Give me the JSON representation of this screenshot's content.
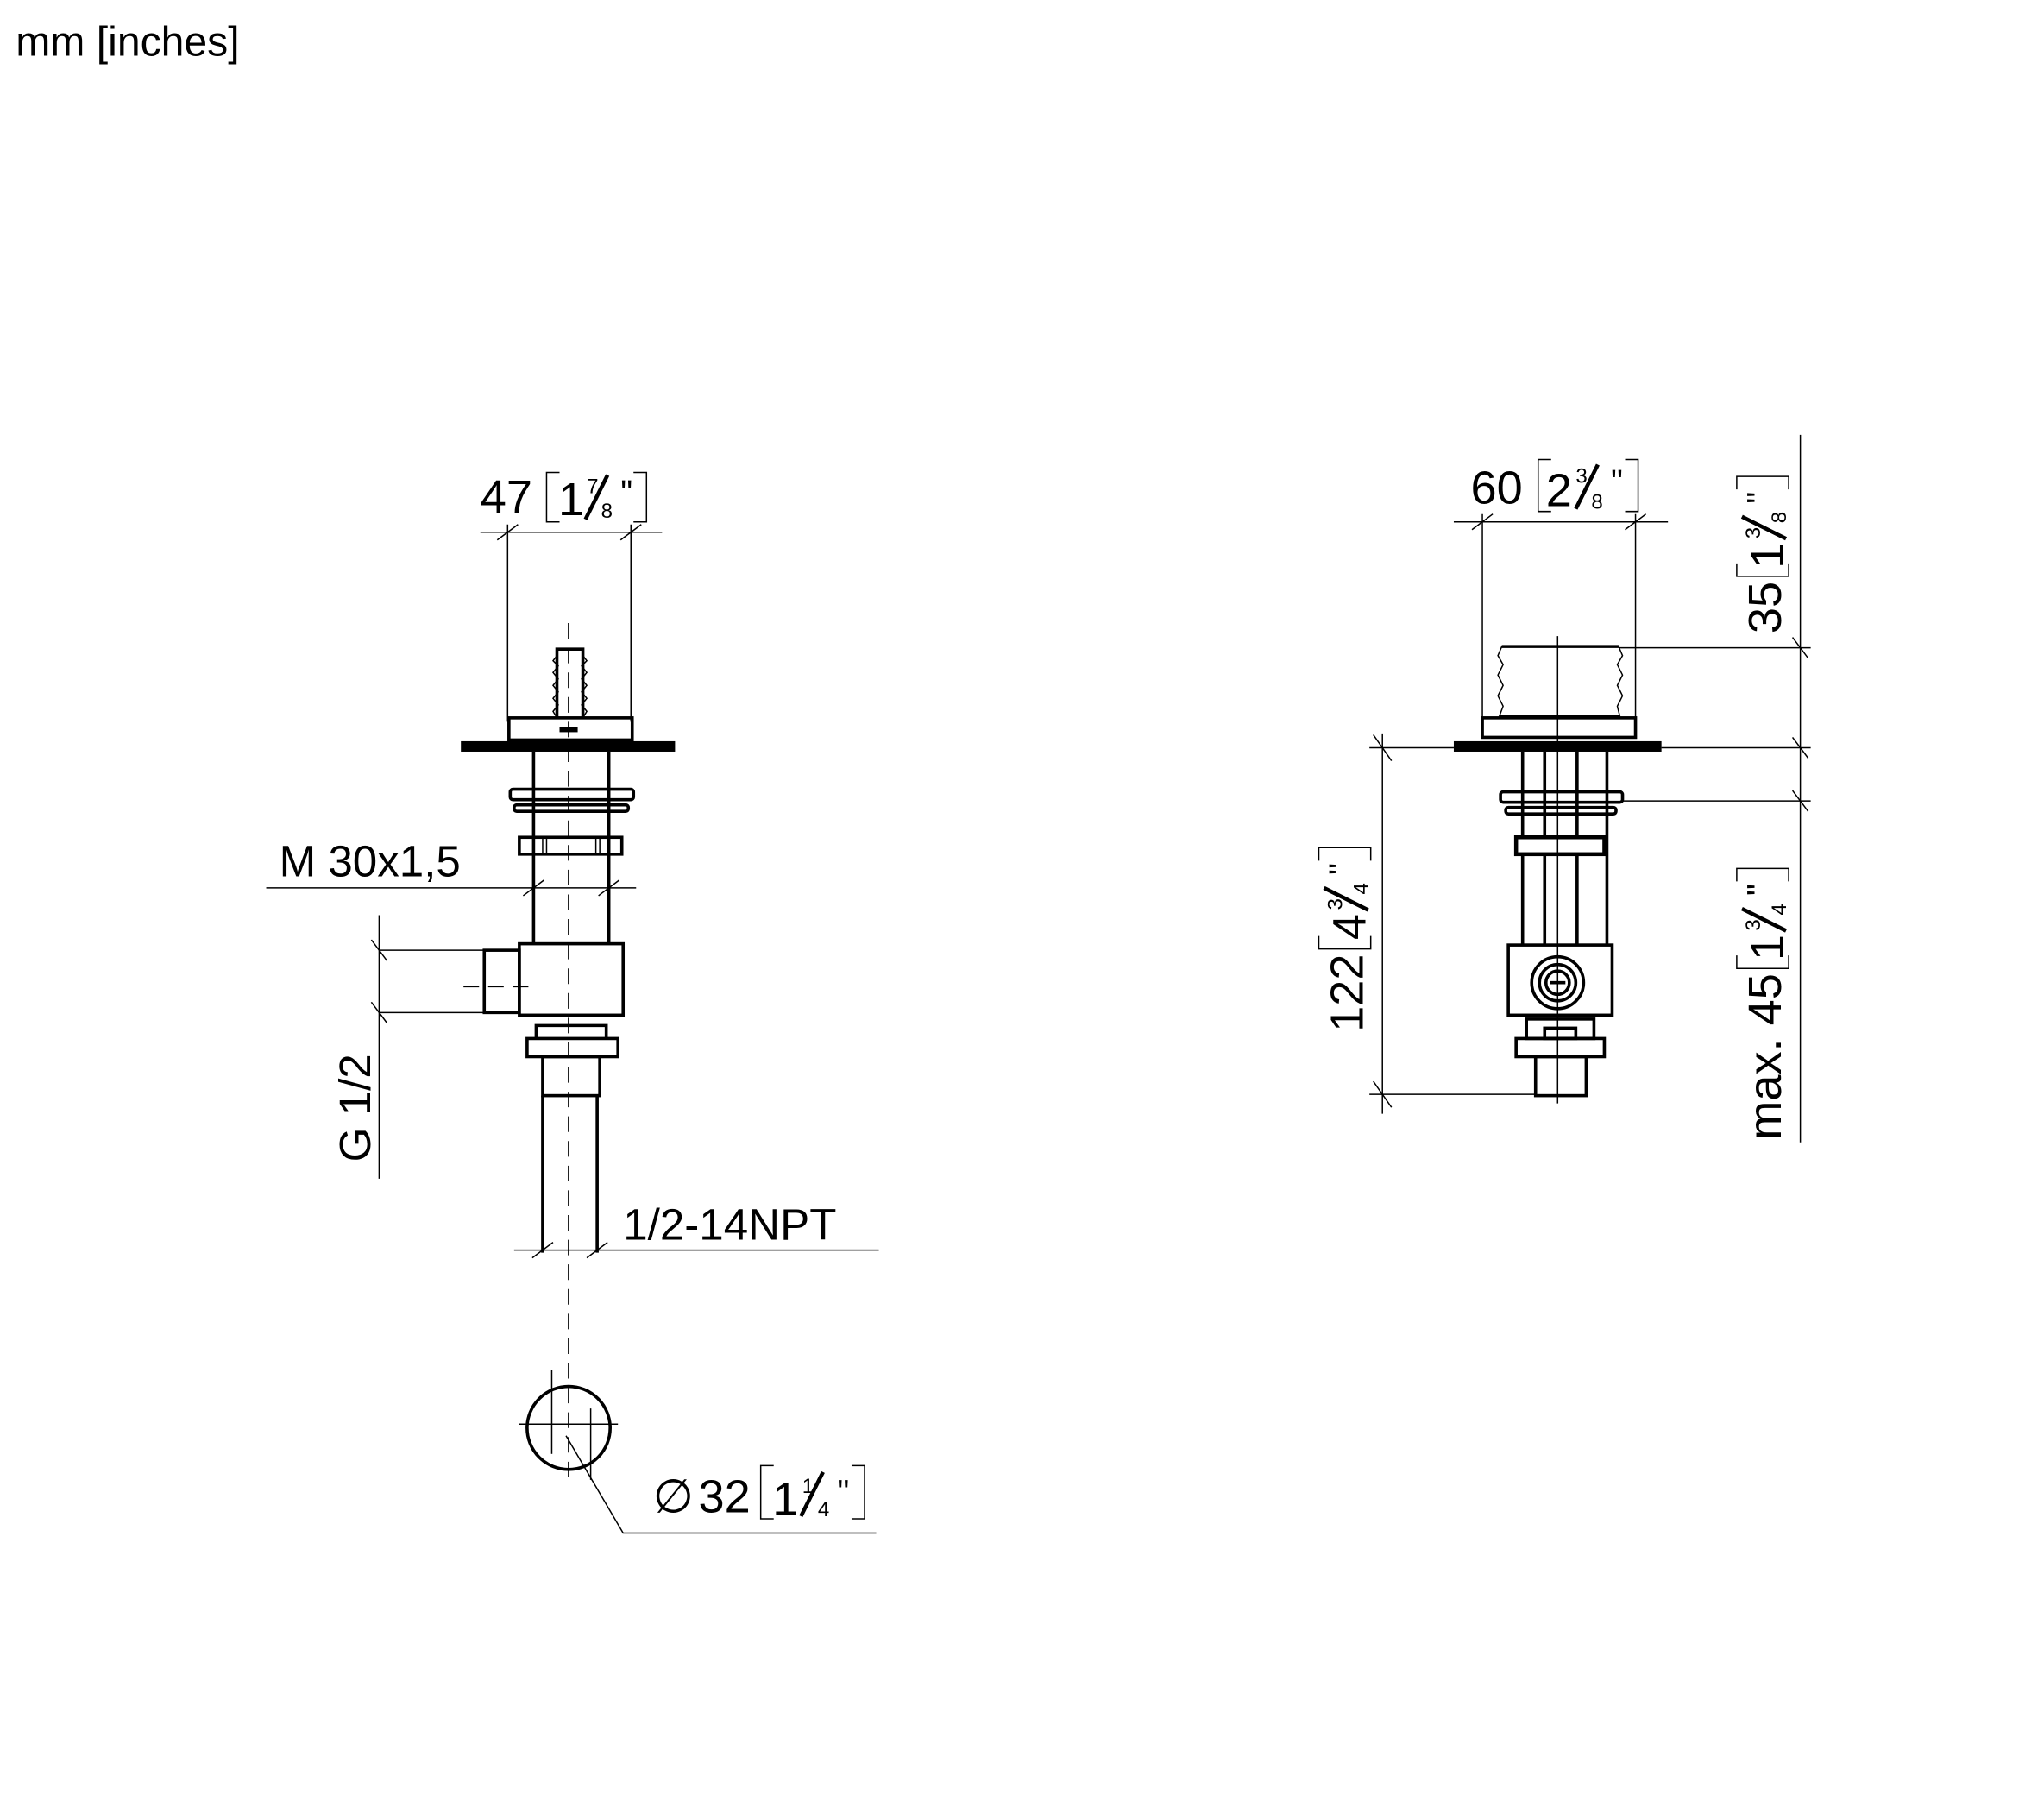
{
  "units_label": "mm [inches]",
  "colors": {
    "line": "#000000",
    "background": "#ffffff"
  },
  "left_view": {
    "width_dim": {
      "mm": "47",
      "whole": "1",
      "num": "7",
      "den": "8",
      "quote": "\""
    },
    "thread_label": "M 30x1,5",
    "inlet_label": "G 1/2",
    "pipe_label": "1/2-14NPT",
    "hole_dim": {
      "symbol": "∅",
      "mm": "32",
      "whole": "1",
      "num": "1",
      "den": "4",
      "quote": "\""
    }
  },
  "right_view": {
    "width_dim": {
      "mm": "60",
      "whole": "2",
      "num": "3",
      "den": "8",
      "quote": "\""
    },
    "height_dim": {
      "mm": "35",
      "whole": "1",
      "num": "3",
      "den": "8",
      "quote": "\""
    },
    "max_dim": {
      "prefix": "max.",
      "mm": "45",
      "whole": "1",
      "num": "3",
      "den": "4",
      "quote": "\""
    },
    "total_dim": {
      "mm": "122",
      "whole": "4",
      "num": "3",
      "den": "4",
      "quote": "\""
    }
  }
}
